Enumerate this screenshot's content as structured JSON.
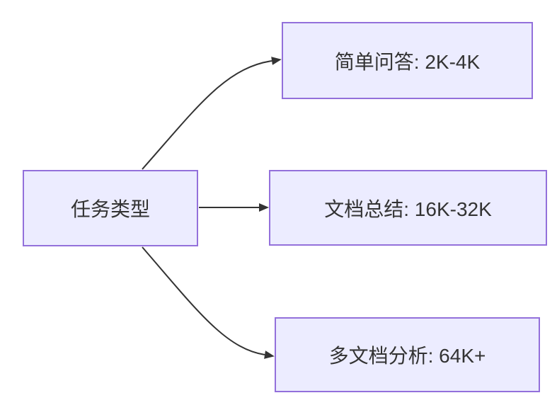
{
  "diagram": {
    "type": "flowchart",
    "direction": "LR",
    "nodes": {
      "root": {
        "label": "任务类型"
      },
      "branch1": {
        "label": "简单问答: 2K-4K"
      },
      "branch2": {
        "label": "文档总结: 16K-32K"
      },
      "branch3": {
        "label": "多文档分析: 64K+"
      }
    },
    "edges": [
      {
        "from": "root",
        "to": "branch1"
      },
      {
        "from": "root",
        "to": "branch2"
      },
      {
        "from": "root",
        "to": "branch3"
      }
    ],
    "colors": {
      "node_fill": "#ECECFF",
      "node_border": "#9370DB",
      "edge_stroke": "#333333",
      "text": "#333333",
      "background": "#FFFFFF"
    }
  }
}
